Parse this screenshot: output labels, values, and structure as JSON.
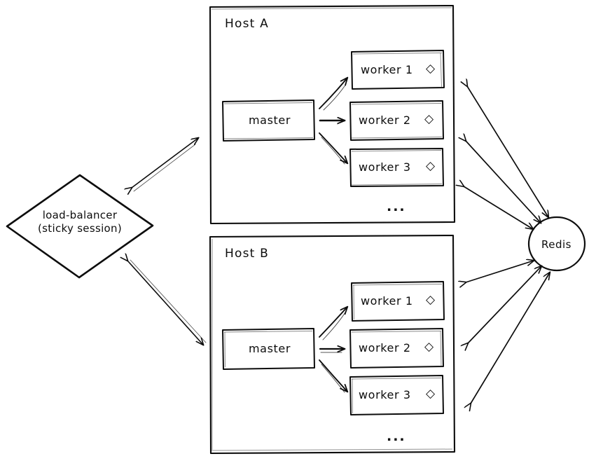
{
  "diagram": {
    "title": "Distributed master-worker architecture with load balancer and Redis",
    "style": "hand-drawn sketch",
    "stroke_color": "#0d0d0d",
    "background_color": "#ffffff"
  },
  "load_balancer": {
    "shape": "diamond",
    "line1": "load-balancer",
    "line2": "(sticky session)"
  },
  "redis": {
    "shape": "circle",
    "label": "Redis"
  },
  "hosts": [
    {
      "label": "Host A",
      "master": {
        "label": "master"
      },
      "workers": [
        {
          "label": "worker 1",
          "glyph": "◇"
        },
        {
          "label": "worker 2",
          "glyph": "◇"
        },
        {
          "label": "worker 3",
          "glyph": "◇"
        }
      ],
      "more": "..."
    },
    {
      "label": "Host B",
      "master": {
        "label": "master"
      },
      "workers": [
        {
          "label": "worker 1",
          "glyph": "◇"
        },
        {
          "label": "worker 2",
          "glyph": "◇"
        },
        {
          "label": "worker 3",
          "glyph": "◇"
        }
      ],
      "more": "..."
    }
  ],
  "icons": {
    "diamond": "diamond-icon",
    "ellipsis": "ellipsis-icon"
  }
}
